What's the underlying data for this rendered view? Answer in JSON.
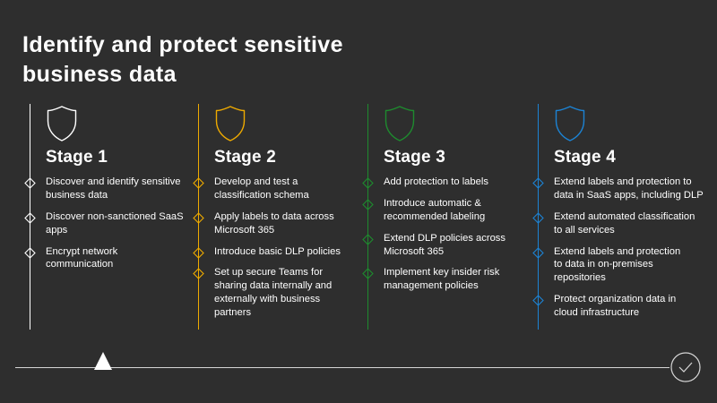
{
  "slide": {
    "background_color": "#2e2e2e",
    "title": "Identify and protect sensitive\nbusiness data"
  },
  "columns": [
    {
      "id": "stage-1",
      "label": "Stage 1",
      "accent_color": "#ffffff",
      "shield_icon": "shield-icon",
      "bullets": [
        {
          "marker": "diamond-icon",
          "text": "Discover and identify sensitive\nbusiness data"
        },
        {
          "marker": "diamond-icon",
          "text": "Discover non-sanctioned SaaS\napps"
        },
        {
          "marker": "diamond-icon",
          "text": "Encrypt network\ncommunication"
        }
      ]
    },
    {
      "id": "stage-2",
      "label": "Stage 2",
      "accent_color": "#eeaa00",
      "shield_icon": "shield-icon",
      "bullets": [
        {
          "marker": "diamond-icon",
          "text": "Develop and test a\nclassification schema"
        },
        {
          "marker": "diamond-icon",
          "text": "Apply labels to data across\nMicrosoft 365"
        },
        {
          "marker": "diamond-icon",
          "text": "Introduce basic DLP policies"
        },
        {
          "marker": "diamond-icon",
          "text": "Set up secure Teams for\nsharing data internally and\nexternally with business\npartners"
        }
      ]
    },
    {
      "id": "stage-3",
      "label": "Stage 3",
      "accent_color": "#1e8b2e",
      "shield_icon": "shield-icon",
      "bullets": [
        {
          "marker": "diamond-icon",
          "text": "Add protection to labels"
        },
        {
          "marker": "diamond-icon",
          "text": "Introduce automatic &\nrecommended labeling"
        },
        {
          "marker": "diamond-icon",
          "text": "Extend DLP policies across\nMicrosoft 365"
        },
        {
          "marker": "diamond-icon",
          "text": "Implement key insider risk\nmanagement policies"
        }
      ]
    },
    {
      "id": "stage-4",
      "label": "Stage 4",
      "accent_color": "#1c83d4",
      "shield_icon": "shield-icon",
      "bullets": [
        {
          "marker": "diamond-icon",
          "text": "Extend labels and protection to\ndata in SaaS apps, including DLP"
        },
        {
          "marker": "diamond-icon",
          "text": "Extend automated classification\nto all services"
        },
        {
          "marker": "diamond-icon",
          "text": "Extend labels and protection\nto data in on-premises\nrepositories"
        },
        {
          "marker": "diamond-icon",
          "text": "Protect organization data in\ncloud infrastructure"
        }
      ]
    }
  ],
  "footer": {
    "line_color": "#d6d6d6",
    "start_marker": "triangle-marker-icon",
    "end_marker": "check-circle-icon"
  }
}
